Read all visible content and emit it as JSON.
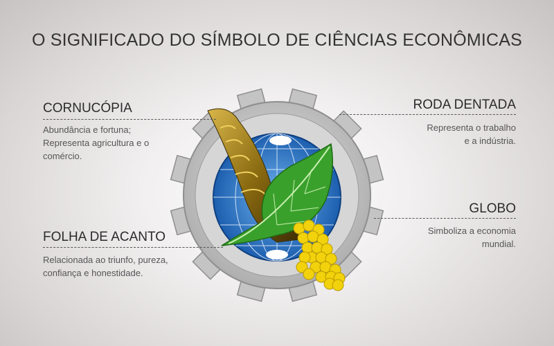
{
  "title": "O SIGNIFICADO DO SÍMBOLO DE CIÊNCIAS ECONÔMICAS",
  "sections": {
    "cornucopia": {
      "heading": "CORNUCÓPIA",
      "lines": [
        "Abundância e fortuna;",
        "Representa agricultura e o",
        "comércio."
      ]
    },
    "roda_dentada": {
      "heading": "RODA DENTADA",
      "lines": [
        "Representa o trabalho",
        "e a indústria."
      ]
    },
    "globo": {
      "heading": "GLOBO",
      "lines": [
        "Simboliza a economia",
        "mundial."
      ]
    },
    "folha_de_acanto": {
      "heading": "FOLHA DE ACANTO",
      "lines": [
        "Relacionada ao triunfo, pureza,",
        "confiança e honestidade."
      ]
    }
  },
  "colors": {
    "gear": "#b9b9b9",
    "globe": "#1e6fc0",
    "leaf": "#3aa02c",
    "horn": "#c9a227",
    "grapes": "#f2d20c"
  }
}
